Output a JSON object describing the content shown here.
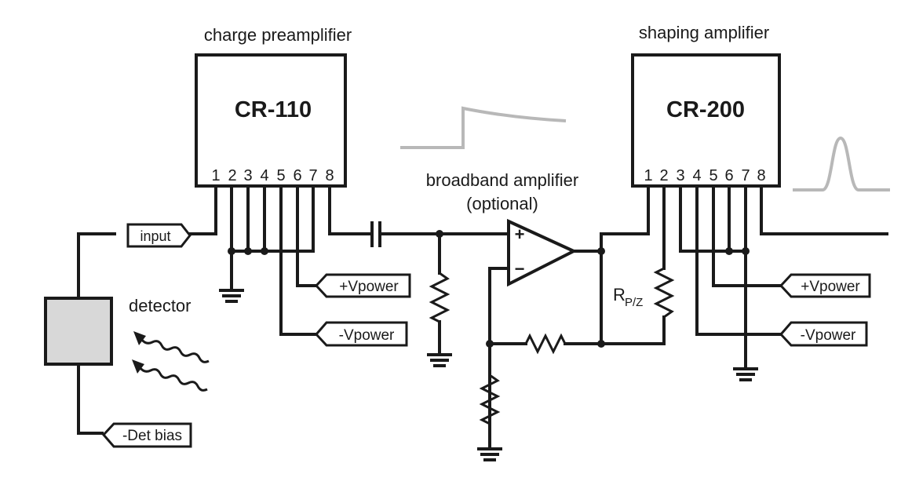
{
  "preamp": {
    "caption": "charge preamplifier",
    "model": "CR-110",
    "pins": [
      "1",
      "2",
      "3",
      "4",
      "5",
      "6",
      "7",
      "8"
    ]
  },
  "shaper": {
    "caption": "shaping amplifier",
    "model": "CR-200",
    "pins": [
      "1",
      "2",
      "3",
      "4",
      "5",
      "6",
      "7",
      "8"
    ]
  },
  "broadband": {
    "caption_line1": "broadband amplifier",
    "caption_line2": "(optional)",
    "plus": "+",
    "minus": "−"
  },
  "resistor_label": {
    "main": "R",
    "sub": "P/Z"
  },
  "detector_label": "detector",
  "connectors": {
    "input": "input",
    "preamp_vpos": "+Vpower",
    "preamp_vneg": "-Vpower",
    "shaper_vpos": "+Vpower",
    "shaper_vneg": "-Vpower",
    "det_bias": "-Det bias"
  },
  "colors": {
    "line": "#1a1a1a",
    "waveform": "#b8b8b8",
    "detector_fill": "#d8d8d8"
  }
}
